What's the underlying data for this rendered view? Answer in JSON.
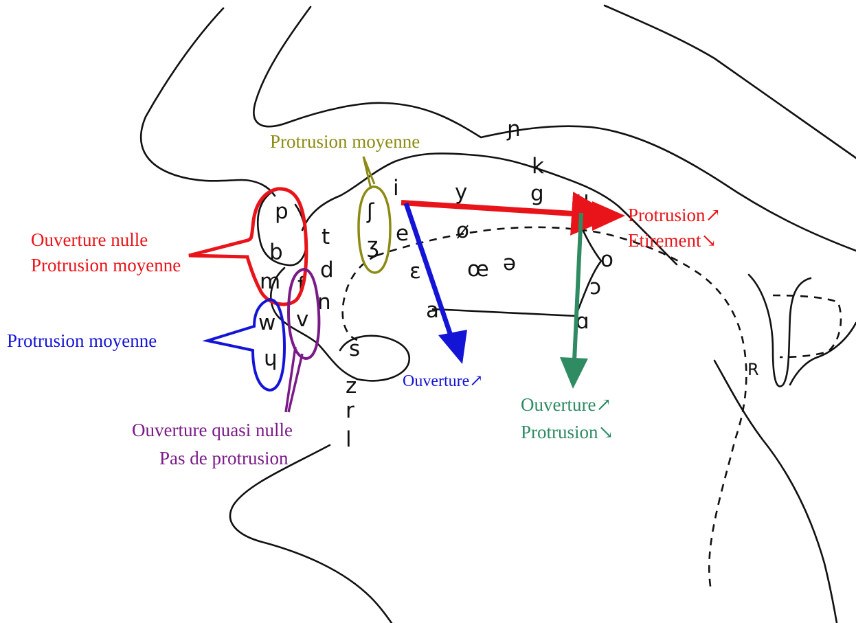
{
  "colors": {
    "ink": "#111111",
    "red": "#e8141a",
    "blue": "#1414d6",
    "green": "#2e8b62",
    "olive": "#8c8a12",
    "purple": "#7a1a88"
  },
  "annotations": {
    "lips_top_line1": "Ouverture nulle",
    "lips_top_line2": "Protrusion moyenne",
    "lips_bottom": "Protrusion moyenne",
    "labiodental_line1": "Ouverture quasi nulle",
    "labiodental_line2": "Pas de protrusion",
    "postalveolar": "Protrusion moyenne",
    "front_vowel_arrow": "Ouverture↗",
    "rounding_line1": "Protrusion↗",
    "rounding_line2": "Etirement↘",
    "back_vowel_line1": "Ouverture↗",
    "back_vowel_line2": "Protrusion↘"
  },
  "phonemes": {
    "p": "p",
    "b": "b",
    "m": "m",
    "w": "w",
    "ɥ": "ɥ",
    "f": "f",
    "v": "v",
    "t": "t",
    "d": "d",
    "n": "n",
    "s": "s",
    "z": "z",
    "r": "r",
    "l": "l",
    "ʃ": "ʃ",
    "ʒ": "ʒ",
    "i": "i",
    "e": "e",
    "ɛ": "ɛ",
    "a_front": "a",
    "y": "y",
    "ø": "ø",
    "œ": "œ",
    "ə": "ə",
    "u": "u",
    "o": "o",
    "ɔ": "ɔ",
    "ɑ": "ɑ",
    "ɲ": "ɲ",
    "k": "k",
    "g": "g",
    "R": "R"
  }
}
